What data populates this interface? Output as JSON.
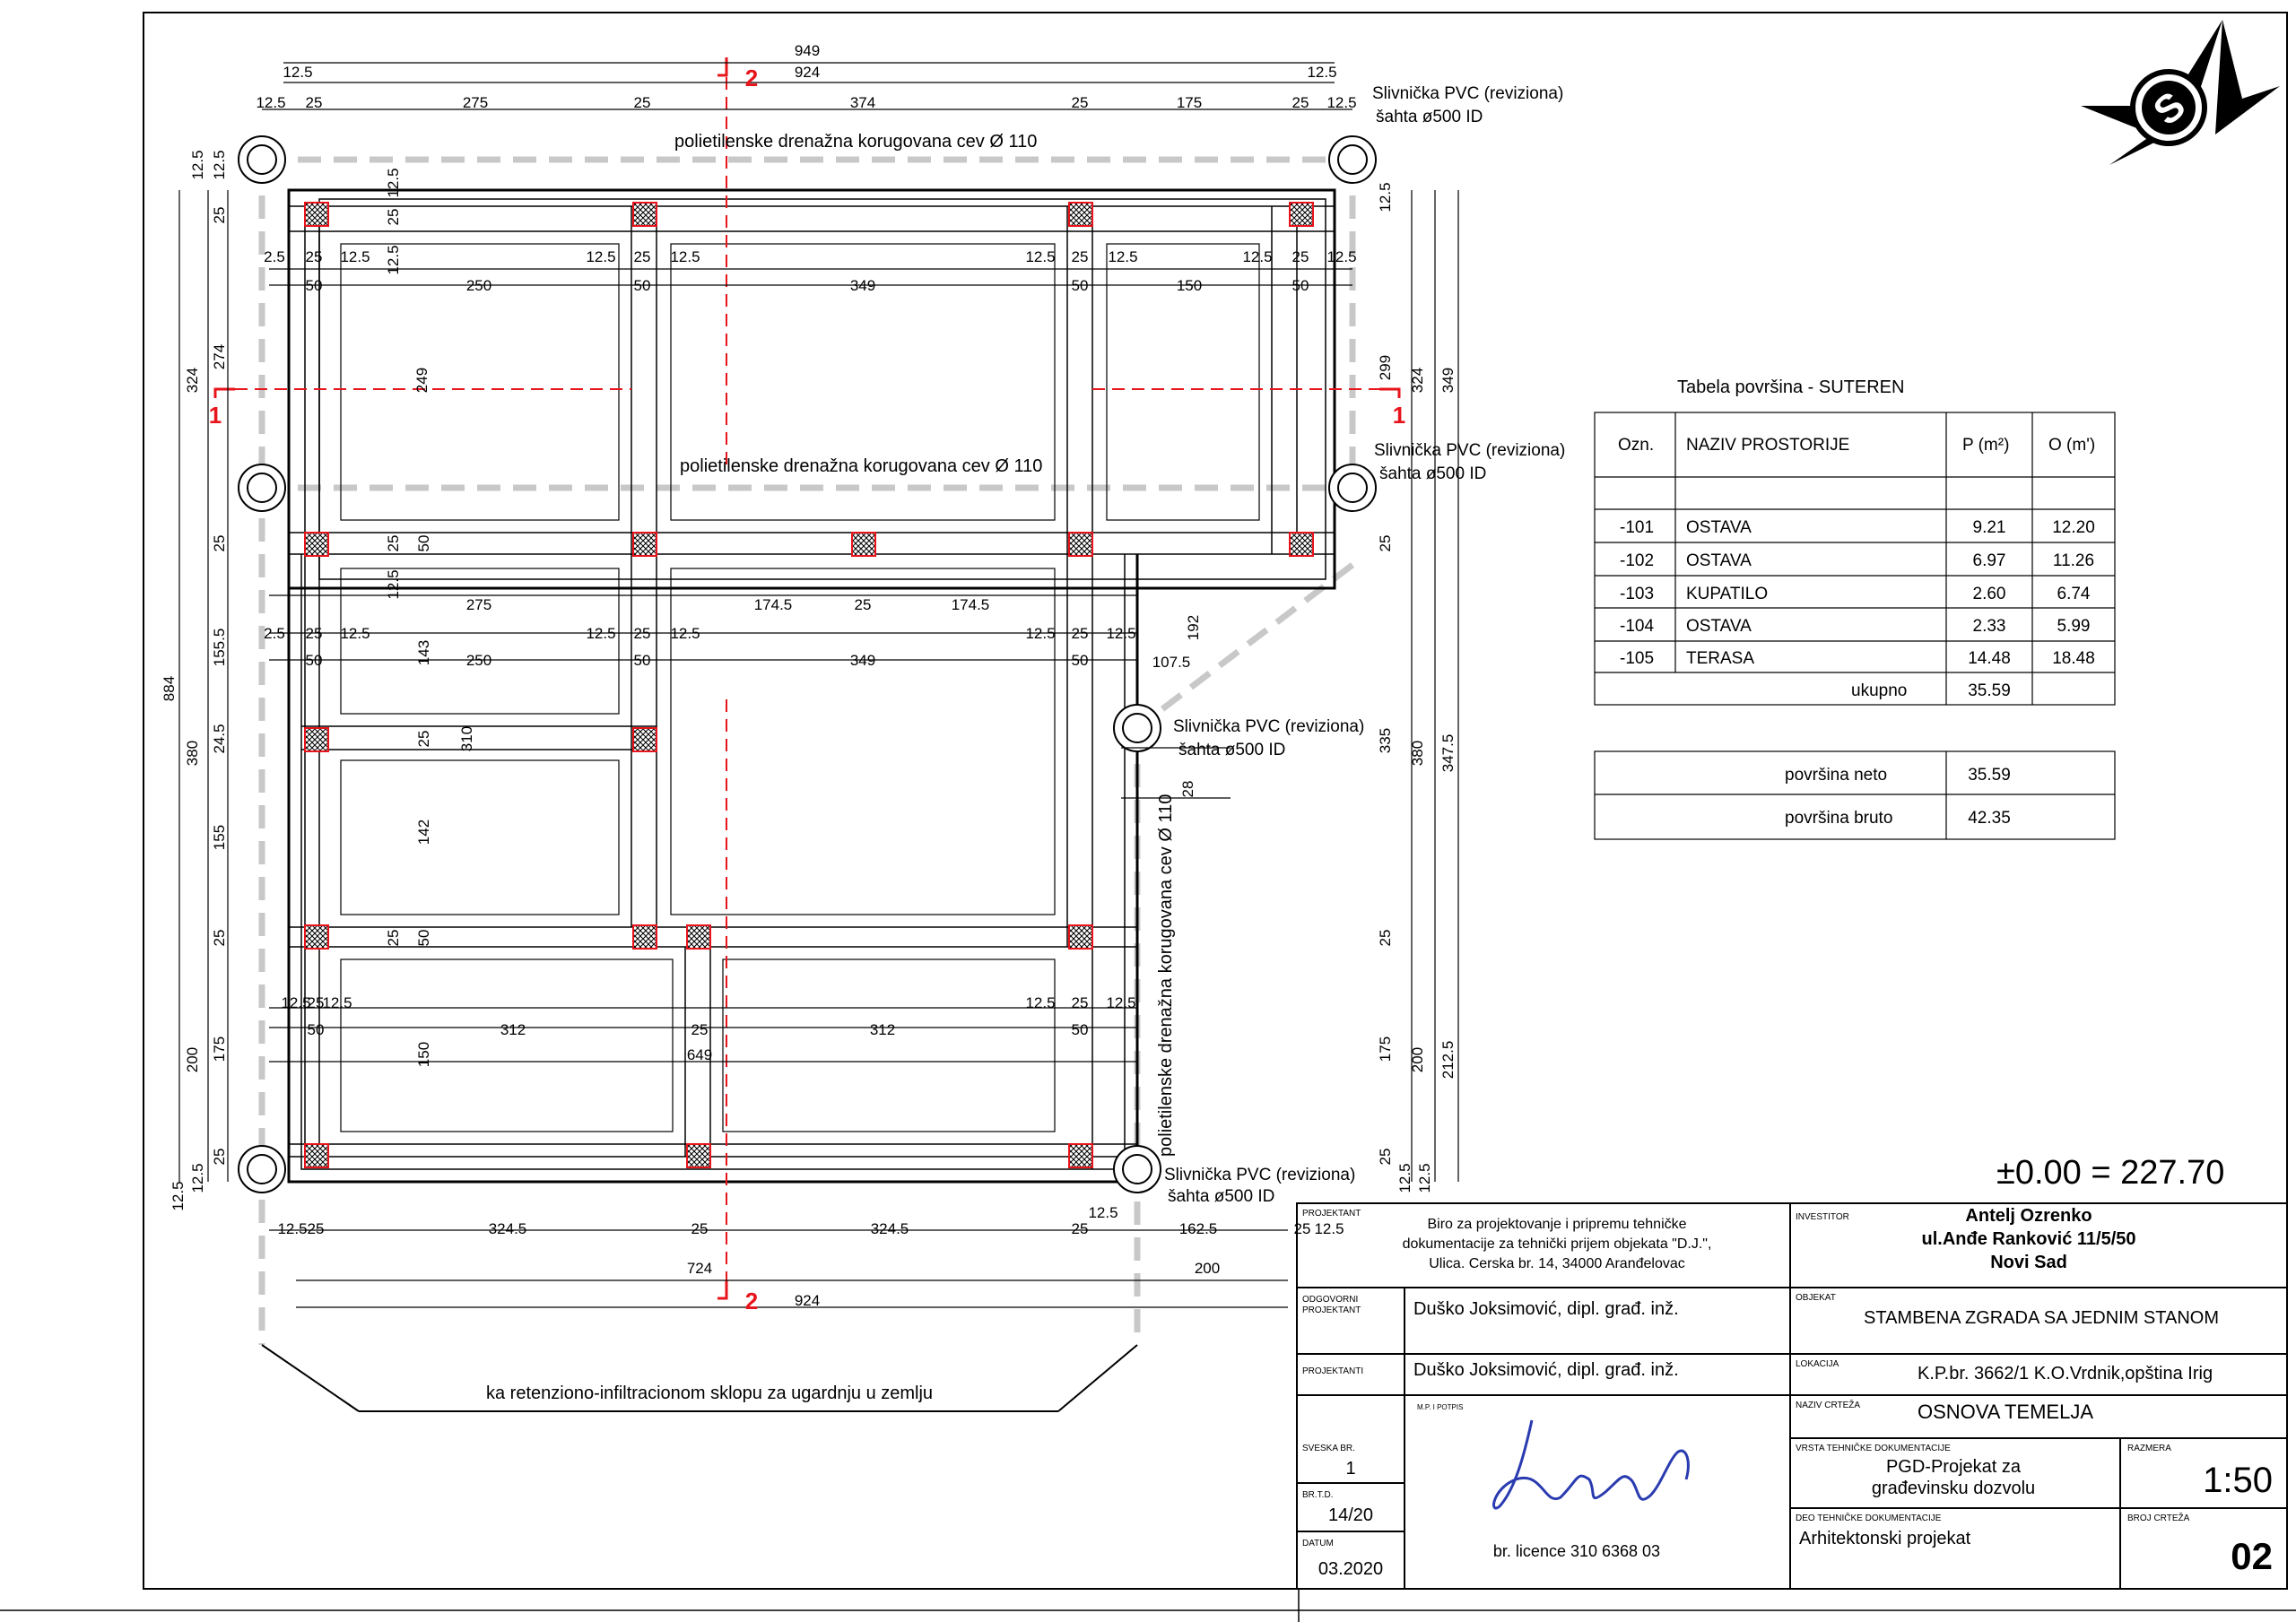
{
  "drawing": {
    "dims": {
      "top_total": "949",
      "top_inner": "924",
      "top_inner_half": "12.5",
      "top_parts": [
        "12.5",
        "25",
        "275",
        "25",
        "374",
        "25",
        "175",
        "25",
        "12.5"
      ],
      "row1_a": [
        "2.5",
        "25",
        "12.5",
        "12.5",
        "25",
        "12.5",
        "12.5",
        "25",
        "12.5",
        "12.5",
        "25",
        "12.5"
      ],
      "row1_b": [
        "50",
        "250",
        "50",
        "349",
        "50",
        "150",
        "50"
      ],
      "row2_top": [
        "174.5",
        "25",
        "174.5"
      ],
      "row2_a": [
        "2.5",
        "25",
        "12.5",
        "12.5",
        "25",
        "12.5",
        "12.5",
        "25",
        "12.5"
      ],
      "row2_b": [
        "50",
        "275",
        "250",
        "50",
        "349",
        "50"
      ],
      "v_small": [
        "12.5",
        "25",
        "12.5",
        "25",
        "50",
        "12.5",
        "25",
        "50"
      ],
      "v_left": [
        "12.5",
        "12.5",
        "25",
        "324",
        "274",
        "249",
        "25",
        "155.5",
        "884",
        "380",
        "24.5",
        "155",
        "25",
        "200",
        "175",
        "25",
        "12.5",
        "12.5"
      ],
      "v_mid": [
        "143",
        "310",
        "25",
        "142",
        "150",
        "649"
      ],
      "v_right": [
        "12.5",
        "299",
        "324",
        "349",
        "25",
        "335",
        "380",
        "347.5",
        "25",
        "175",
        "200",
        "212.5",
        "25",
        "12.5",
        "12.5"
      ],
      "misc": [
        "192",
        "107.5",
        "28"
      ],
      "row4": [
        "12.5",
        "25",
        "12.5",
        "50",
        "312",
        "25",
        "312",
        "12.5",
        "25",
        "12.5",
        "50"
      ],
      "bottom1": [
        "12.5",
        "25",
        "324.5",
        "25",
        "324.5",
        "25",
        "162.5",
        "25",
        "12.5",
        "12.5"
      ],
      "bottom2": [
        "724",
        "200"
      ],
      "bottom3": "924"
    },
    "section_marks": [
      "1",
      "1",
      "2",
      "2"
    ],
    "manholes": [
      "Slivnička PVC (reviziona)",
      "šahta ø500 ID"
    ],
    "pipe_labels": [
      "polietilenske drenažna korugovana cev Ø 110",
      "polietilenske drenažna korugovana cev Ø 110",
      "polietilenske drenažna korugovana cev Ø 110"
    ],
    "retention_note": "ka retenziono-infiltracionom sklopu  za ugardnju u zemlju",
    "elevation": "±0.00 = 227.70"
  },
  "area_table": {
    "title": "Tabela površina - SUTEREN",
    "headers": [
      "Ozn.",
      "NAZIV PROSTORIJE",
      "P (m²)",
      "O (m')"
    ],
    "rows": [
      {
        "code": "-101",
        "name": "OSTAVA",
        "area": "9.21",
        "perim": "12.20"
      },
      {
        "code": "-102",
        "name": "OSTAVA",
        "area": "6.97",
        "perim": "11.26"
      },
      {
        "code": "-103",
        "name": "KUPATILO",
        "area": "2.60",
        "perim": "6.74"
      },
      {
        "code": "-104",
        "name": "OSTAVA",
        "area": "2.33",
        "perim": "5.99"
      },
      {
        "code": "-105",
        "name": "TERASA",
        "area": "14.48",
        "perim": "18.48"
      }
    ],
    "total_label": "ukupno",
    "total_value": "35.59"
  },
  "summary_table": {
    "rows": [
      {
        "label": "površina neto",
        "value": "35.59"
      },
      {
        "label": "površina bruto",
        "value": "42.35"
      }
    ]
  },
  "title_block": {
    "projektant_label": "PROJEKTANT",
    "projektant_text": [
      "Biro za projektovanje i pripremu tehničke",
      "dokumentacije za tehnički prijem objekata \"D.J.\",",
      "Ulica. Cerska br. 14, 34000 Aranđelovac"
    ],
    "investitor_label": "INVESTITOR",
    "investitor_text": [
      "Antelj Ozrenko",
      "ul.Anđe Ranković  11/5/50",
      "Novi Sad"
    ],
    "odgovorni_label": [
      "ODGOVORNI",
      "PROJEKTANT"
    ],
    "odgovorni_name": "Duško Joksimović, dipl. građ. inž.",
    "objekat_label": "OBJEKAT",
    "objekat_text": "STAMBENA ZGRADA SA JEDNIM STANOM",
    "projektanti_label": "PROJEKTANTI",
    "projektanti_name": "Duško Joksimović, dipl. građ. inž.",
    "lokacija_label": "LOKACIJA",
    "lokacija_text": "K.P.br. 3662/1 K.O.Vrdnik,opština Irig",
    "mp_label": "M.P. I POTPIS",
    "naziv_label": "NAZIV CRTEŽA",
    "naziv_text": "OSNOVA TEMELJA",
    "sveska_label": "SVESKA BR.",
    "sveska_value": "1",
    "vrsta_label": "VRSTA TEHNIČKE DOKUMENTACIJE",
    "vrsta_text": [
      "PGD-Projekat za",
      "građevinsku dozvolu"
    ],
    "razmera_label": "RAZMERA",
    "razmera_value": "1:50",
    "brtd_label": "BR.T.D.",
    "brtd_value": "14/20",
    "licence": "br. licence 310 6368 03",
    "deo_label": "DEO TEHNIČKE DOKUMENTACIJE",
    "deo_text": "Arhitektonski projekat",
    "broj_label": "BROJ CRTEŽA",
    "broj_value": "02",
    "datum_label": "DATUM",
    "datum_value": "03.2020"
  },
  "colors": {
    "line": "#000000",
    "section": "#e8141b",
    "pipe": "#c8c8c8",
    "hatch_border": "#e8141b"
  }
}
